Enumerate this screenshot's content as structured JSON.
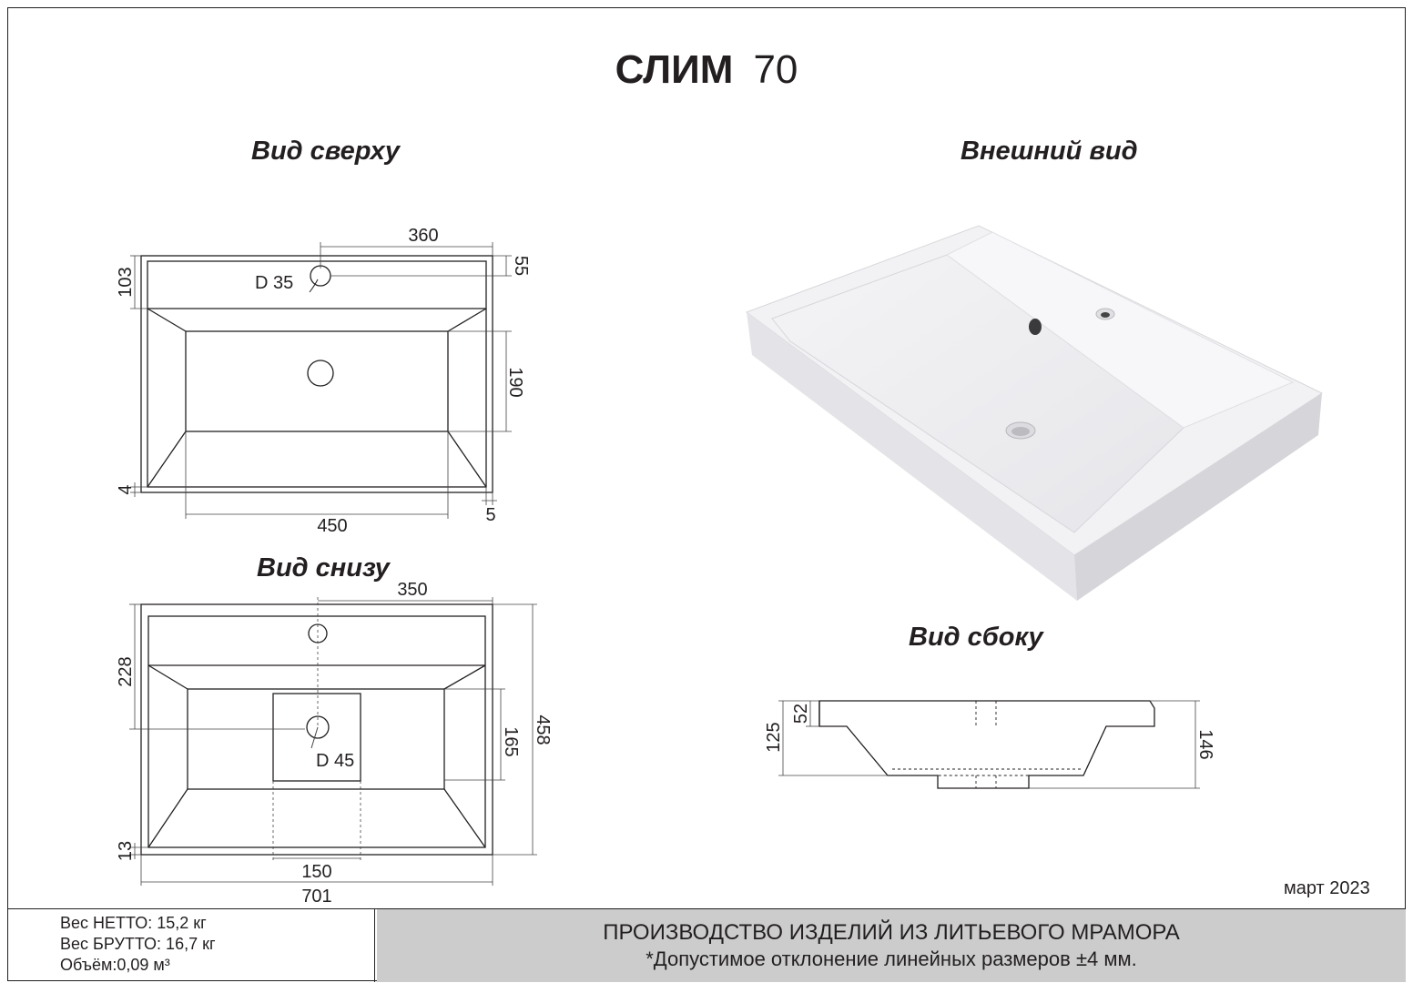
{
  "title": {
    "name": "СЛИМ",
    "number": "70"
  },
  "views": {
    "top": "Вид сверху",
    "exterior": "Внешний вид",
    "bottom": "Вид снизу",
    "side": "Вид сбоку"
  },
  "top_view": {
    "dim_width_top": "360",
    "dim_hole": "D 35",
    "dim_55": "55",
    "dim_103": "103",
    "dim_190": "190",
    "dim_4": "4",
    "dim_5": "5",
    "dim_450": "450"
  },
  "bottom_view": {
    "dim_350": "350",
    "dim_228": "228",
    "dim_458": "458",
    "dim_165": "165",
    "dim_hole": "D 45",
    "dim_13": "13",
    "dim_150": "150",
    "dim_701": "701"
  },
  "side_view": {
    "dim_52": "52",
    "dim_125": "125",
    "dim_146": "146"
  },
  "date": "март 2023",
  "specs": {
    "net": "Вес НЕТТО: 15,2 кг",
    "gross": "Вес БРУТТО: 16,7 кг",
    "volume": "Объём:0,09 м³"
  },
  "footer": {
    "line1": "ПРОИЗВОДСТВО ИЗДЕЛИЙ ИЗ ЛИТЬЕВОГО МРАМОРА",
    "line2": "*Допустимое отклонение линейных размеров ±4 мм."
  }
}
